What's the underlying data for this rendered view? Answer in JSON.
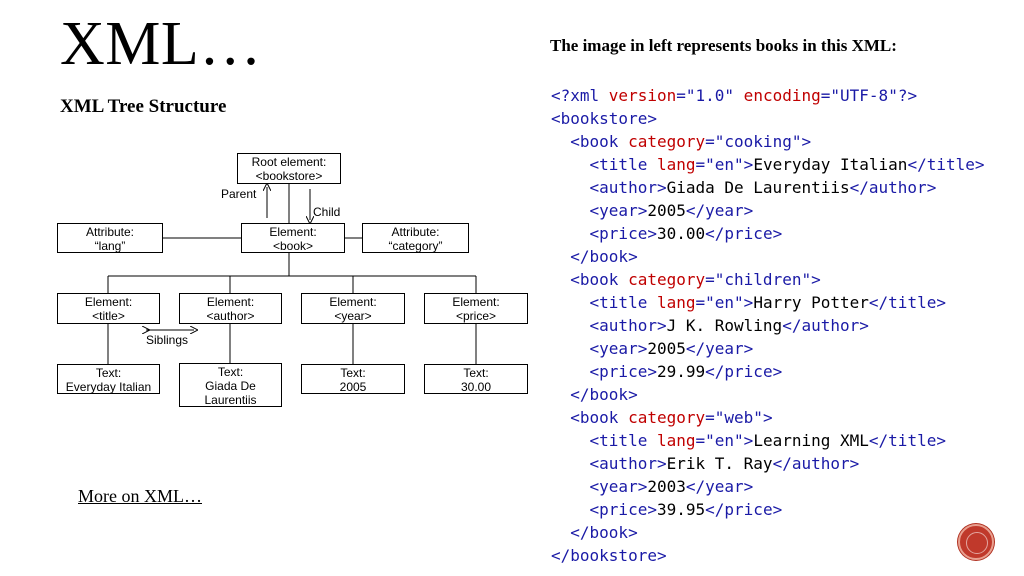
{
  "slide": {
    "title": "XML…",
    "subtitle": "XML Tree Structure",
    "link": "More on XML…",
    "description": "The image in left represents books in this XML:"
  },
  "tree": {
    "root": [
      "Root element:",
      "<bookstore>"
    ],
    "book": [
      "Element:",
      "<book>"
    ],
    "attr_lang": [
      "Attribute:",
      "“lang”"
    ],
    "attr_category": [
      "Attribute:",
      "“category”"
    ],
    "el_title": [
      "Element:",
      "<title>"
    ],
    "el_author": [
      "Element:",
      "<author>"
    ],
    "el_year": [
      "Element:",
      "<year>"
    ],
    "el_price": [
      "Element:",
      "<price>"
    ],
    "txt_title": [
      "Text:",
      "Everyday Italian"
    ],
    "txt_author": [
      "Text:",
      "Giada De",
      "Laurentiis"
    ],
    "txt_year": [
      "Text:",
      "2005"
    ],
    "txt_price": [
      "Text:",
      "30.00"
    ],
    "label_parent": "Parent",
    "label_child": "Child",
    "label_siblings": "Siblings"
  },
  "code": {
    "lines": [
      [
        [
          "t",
          "<?xml "
        ],
        [
          "a",
          "version"
        ],
        [
          "t",
          "="
        ],
        [
          "v",
          "\"1.0\""
        ],
        [
          "a",
          " encoding"
        ],
        [
          "t",
          "="
        ],
        [
          "v",
          "\"UTF-8\""
        ],
        [
          "t",
          "?>"
        ]
      ],
      [
        [
          "t",
          "<bookstore>"
        ]
      ],
      [
        [
          "x",
          "  "
        ],
        [
          "t",
          "<book "
        ],
        [
          "a",
          "category"
        ],
        [
          "t",
          "="
        ],
        [
          "v",
          "\"cooking\""
        ],
        [
          "t",
          ">"
        ]
      ],
      [
        [
          "x",
          "    "
        ],
        [
          "t",
          "<title "
        ],
        [
          "a",
          "lang"
        ],
        [
          "t",
          "="
        ],
        [
          "v",
          "\"en\""
        ],
        [
          "t",
          ">"
        ],
        [
          "x",
          "Everyday Italian"
        ],
        [
          "t",
          "</title>"
        ]
      ],
      [
        [
          "x",
          "    "
        ],
        [
          "t",
          "<author>"
        ],
        [
          "x",
          "Giada De Laurentiis"
        ],
        [
          "t",
          "</author>"
        ]
      ],
      [
        [
          "x",
          "    "
        ],
        [
          "t",
          "<year>"
        ],
        [
          "x",
          "2005"
        ],
        [
          "t",
          "</year>"
        ]
      ],
      [
        [
          "x",
          "    "
        ],
        [
          "t",
          "<price>"
        ],
        [
          "x",
          "30.00"
        ],
        [
          "t",
          "</price>"
        ]
      ],
      [
        [
          "x",
          "  "
        ],
        [
          "t",
          "</book>"
        ]
      ],
      [
        [
          "x",
          "  "
        ],
        [
          "t",
          "<book "
        ],
        [
          "a",
          "category"
        ],
        [
          "t",
          "="
        ],
        [
          "v",
          "\"children\""
        ],
        [
          "t",
          ">"
        ]
      ],
      [
        [
          "x",
          "    "
        ],
        [
          "t",
          "<title "
        ],
        [
          "a",
          "lang"
        ],
        [
          "t",
          "="
        ],
        [
          "v",
          "\"en\""
        ],
        [
          "t",
          ">"
        ],
        [
          "x",
          "Harry Potter"
        ],
        [
          "t",
          "</title>"
        ]
      ],
      [
        [
          "x",
          "    "
        ],
        [
          "t",
          "<author>"
        ],
        [
          "x",
          "J K. Rowling"
        ],
        [
          "t",
          "</author>"
        ]
      ],
      [
        [
          "x",
          "    "
        ],
        [
          "t",
          "<year>"
        ],
        [
          "x",
          "2005"
        ],
        [
          "t",
          "</year>"
        ]
      ],
      [
        [
          "x",
          "    "
        ],
        [
          "t",
          "<price>"
        ],
        [
          "x",
          "29.99"
        ],
        [
          "t",
          "</price>"
        ]
      ],
      [
        [
          "x",
          "  "
        ],
        [
          "t",
          "</book>"
        ]
      ],
      [
        [
          "x",
          "  "
        ],
        [
          "t",
          "<book "
        ],
        [
          "a",
          "category"
        ],
        [
          "t",
          "="
        ],
        [
          "v",
          "\"web\""
        ],
        [
          "t",
          ">"
        ]
      ],
      [
        [
          "x",
          "    "
        ],
        [
          "t",
          "<title "
        ],
        [
          "a",
          "lang"
        ],
        [
          "t",
          "="
        ],
        [
          "v",
          "\"en\""
        ],
        [
          "t",
          ">"
        ],
        [
          "x",
          "Learning XML"
        ],
        [
          "t",
          "</title>"
        ]
      ],
      [
        [
          "x",
          "    "
        ],
        [
          "t",
          "<author>"
        ],
        [
          "x",
          "Erik T. Ray"
        ],
        [
          "t",
          "</author>"
        ]
      ],
      [
        [
          "x",
          "    "
        ],
        [
          "t",
          "<year>"
        ],
        [
          "x",
          "2003"
        ],
        [
          "t",
          "</year>"
        ]
      ],
      [
        [
          "x",
          "    "
        ],
        [
          "t",
          "<price>"
        ],
        [
          "x",
          "39.95"
        ],
        [
          "t",
          "</price>"
        ]
      ],
      [
        [
          "x",
          "  "
        ],
        [
          "t",
          "</book>"
        ]
      ],
      [
        [
          "t",
          "</bookstore>"
        ]
      ]
    ]
  },
  "colors": {
    "tag": "#1a1aa6",
    "attribute": "#c00000",
    "value": "#1a1aa6",
    "button": "#c0392b"
  }
}
